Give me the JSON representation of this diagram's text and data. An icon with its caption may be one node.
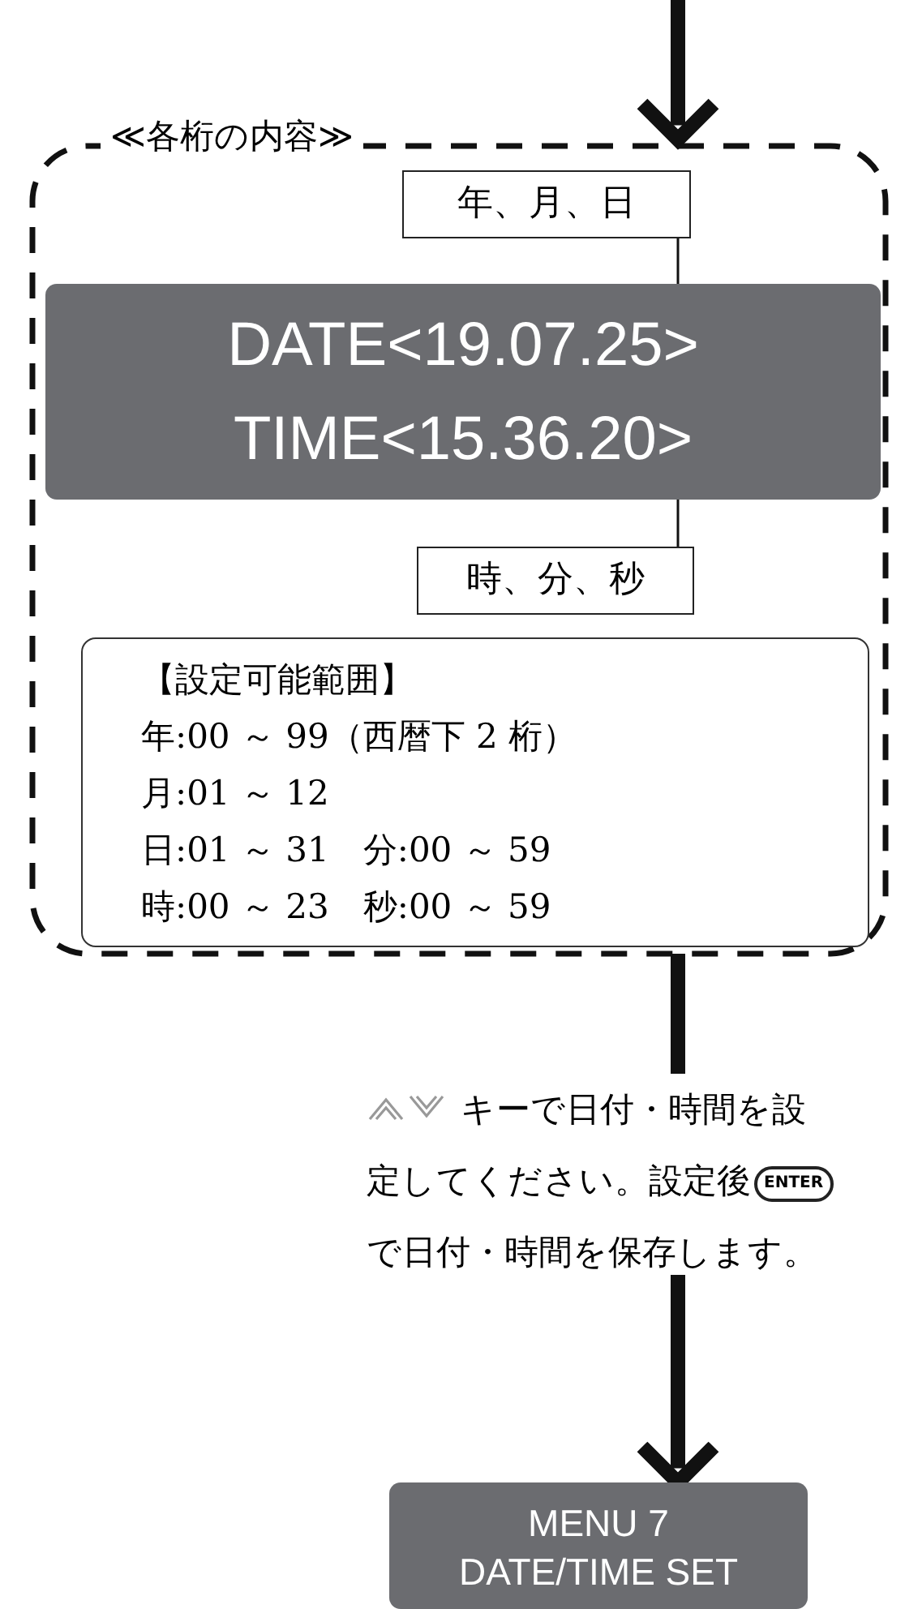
{
  "diagram": {
    "nodes": [
      {
        "text": [
          "≪各桁の内容≫"
        ]
      },
      {
        "text": [
          "年、月、日"
        ],
        "in": 0
      },
      {
        "text": [
          "DATE<19.07.25>",
          "TIME<15.36.20>"
        ],
        "in": 0
      },
      {
        "text": [
          "時、分、秒"
        ],
        "in": 0
      },
      {
        "text": [
          "【設定可能範囲】",
          "年:00 ～ 99（西暦下 2 桁）",
          "月:01 ～ 12",
          "日:01 ～ 31　分:00 ～ 59",
          "時:00 ～ 23　秒:00 ～ 59"
        ],
        "in": 0
      },
      {
        "text": [
          "キーで日付・時間を設定してください。設定後",
          "で日付・時間を保存します。"
        ]
      },
      {
        "text": [
          "MENU 7 DATE/TIME SET"
        ]
      }
    ],
    "edges": [
      {
        "from": null,
        "to": 0,
        "arrow": "to"
      },
      {
        "from": 1,
        "to": 2,
        "arrow": "none"
      },
      {
        "from": 2,
        "to": 3,
        "arrow": "none"
      },
      {
        "from": 0,
        "to": 5,
        "arrow": "none"
      },
      {
        "from": 5,
        "to": 6,
        "arrow": "to"
      }
    ],
    "labels": [
      "ENTER"
    ]
  }
}
